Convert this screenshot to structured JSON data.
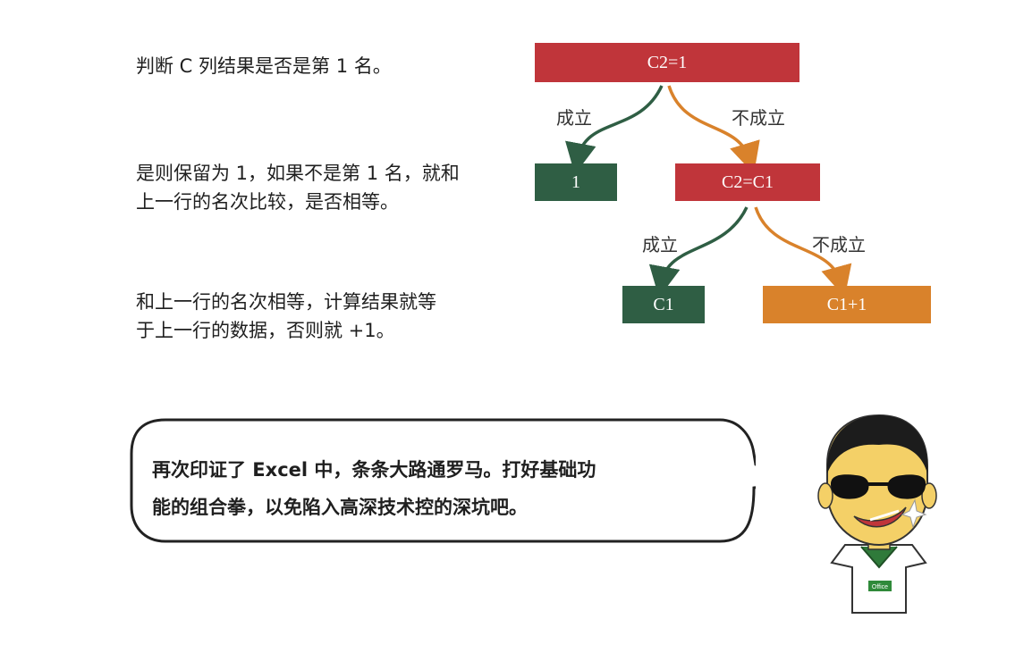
{
  "explanations": [
    "判断 C 列结果是否是第 1 名。",
    "是则保留为 1，如果不是第 1 名，就和上一行的名次比较，是否相等。",
    "和上一行的名次相等，计算结果就等于上一行的数据，否则就 +1。"
  ],
  "explanation_lines": {
    "step2": [
      "是则保留为 1，如果不是第 1 名，就和",
      "上一行的名次比较，是否相等。"
    ],
    "step3": [
      "和上一行的名次相等，计算结果就等",
      "于上一行的数据，否则就 +1。"
    ]
  },
  "flow": {
    "root": "C2=1",
    "root_true_label": "成立",
    "root_false_label": "不成立",
    "result_true": "1",
    "second_condition": "C2=C1",
    "second_true_label": "成立",
    "second_false_label": "不成立",
    "second_true": "C1",
    "second_false": "C1+1"
  },
  "colors": {
    "condition": "#c0353a",
    "true_branch": "#2f5e44",
    "false_branch": "#d9822b"
  },
  "speech_bubble": {
    "line1": "再次印证了 Excel 中，条条大路通罗马。打好基础功",
    "line2": "能的组合拳，以免陷入高深技术控的深坑吧。"
  },
  "mascot": {
    "shirt_logo": "Office",
    "icons": [
      "sunglasses-icon",
      "office-logo-icon"
    ]
  }
}
